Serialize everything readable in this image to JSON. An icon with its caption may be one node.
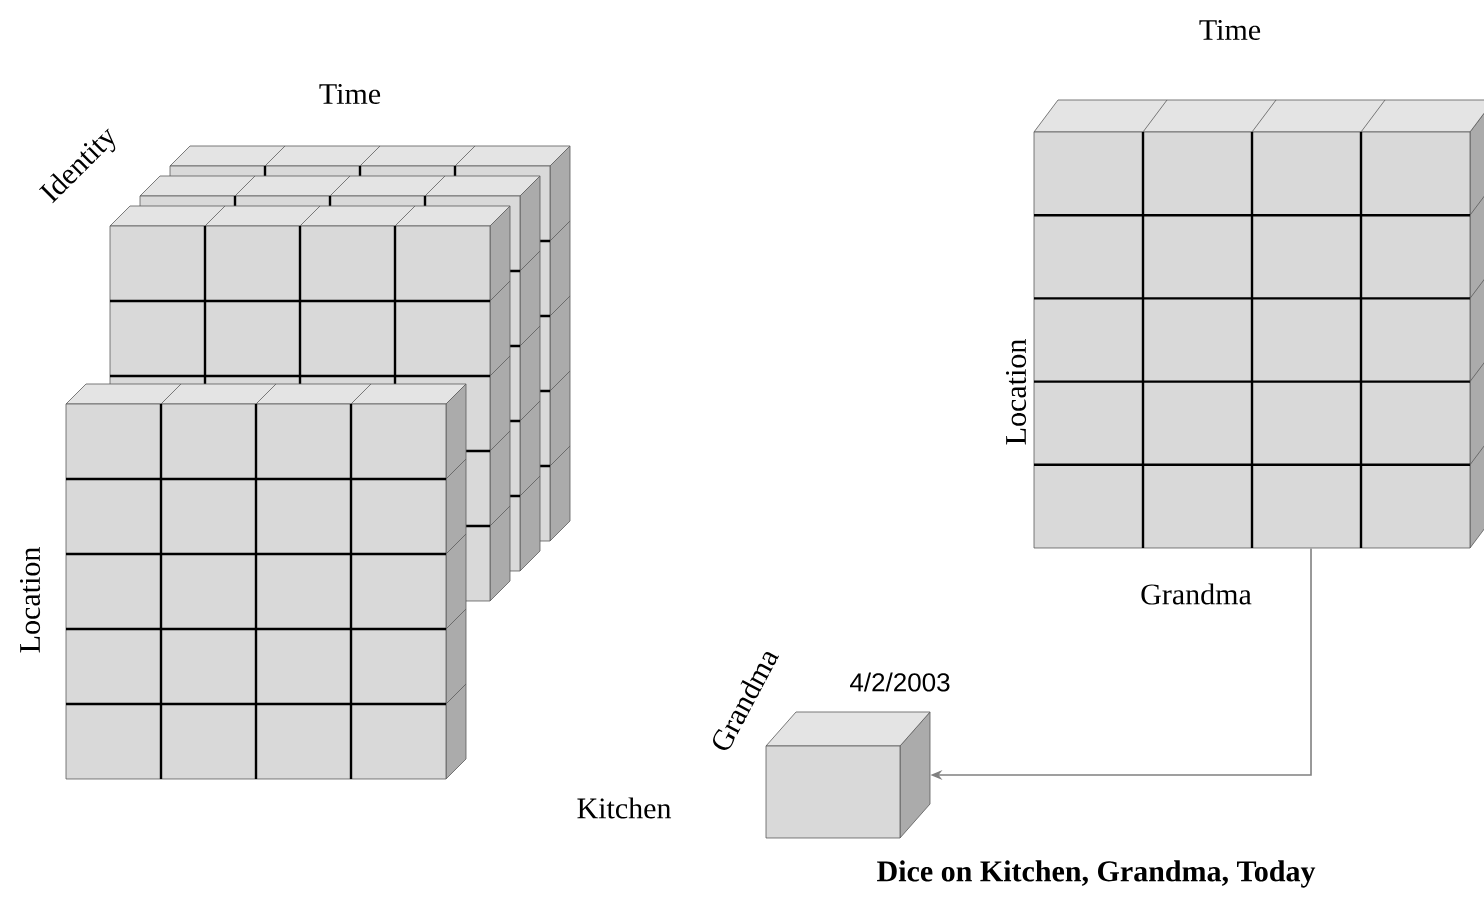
{
  "diagram": {
    "caption": "Dice on Kitchen, Grandma, Today",
    "nodes": [
      {
        "text": [
          "Time",
          "Identity",
          "Location"
        ]
      },
      {
        "text": [
          "Time",
          "Location",
          "Grandma"
        ]
      },
      {
        "text": [
          "4/2/2003",
          "Grandma",
          "Kitchen"
        ]
      }
    ],
    "edges": [
      {
        "from": 1,
        "to": 2,
        "arrow": "to",
        "color": "#808080"
      }
    ]
  }
}
